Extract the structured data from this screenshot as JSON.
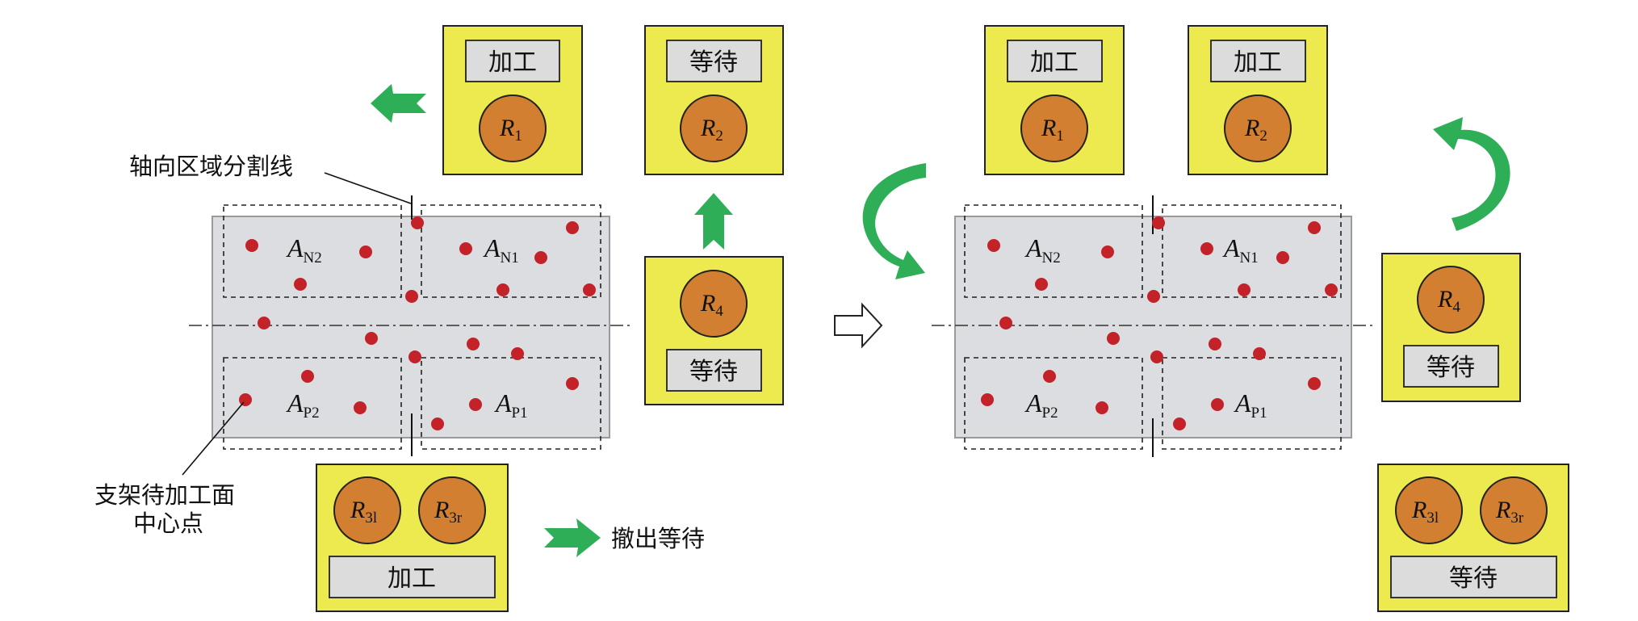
{
  "labels": {
    "split_line": "轴向区域分割线",
    "center_point_line1": "支架待加工面",
    "center_point_line2": "中心点",
    "legend_withdraw": "撤出等待"
  },
  "status": {
    "process": "加工",
    "wait": "等待"
  },
  "robots": {
    "r1": {
      "base": "R",
      "sub": "1"
    },
    "r2": {
      "base": "R",
      "sub": "2"
    },
    "r4": {
      "base": "R",
      "sub": "4"
    },
    "r3l": {
      "base": "R",
      "sub": "3l"
    },
    "r3r": {
      "base": "R",
      "sub": "3r"
    }
  },
  "regions": {
    "n2": {
      "base": "A",
      "sub": "N2"
    },
    "n1": {
      "base": "A",
      "sub": "N1"
    },
    "p2": {
      "base": "A",
      "sub": "P2"
    },
    "p1": {
      "base": "A",
      "sub": "P1"
    }
  },
  "left_state": {
    "r1_status": "加工",
    "r2_status": "等待",
    "r4_status": "等待",
    "r3_status": "加工"
  },
  "right_state": {
    "r1_status": "加工",
    "r2_status": "加工",
    "r4_status": "等待",
    "r3_status": "等待"
  },
  "colors": {
    "station": "#ecea4e",
    "robot": "#d27f31",
    "panel": "#dcdde0",
    "point": "#c32229",
    "arrow": "#2fae58"
  }
}
